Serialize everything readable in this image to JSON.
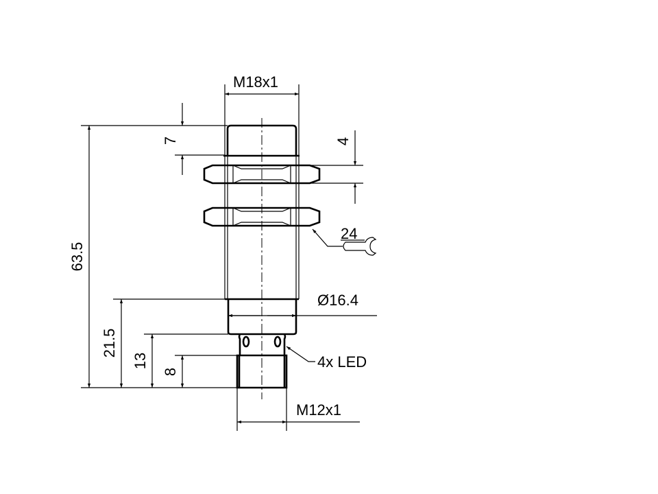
{
  "drawing": {
    "thread_top": "M18x1",
    "thread_bottom": "M12x1",
    "diameter": "Ø16.4",
    "wrench_size": "24",
    "led_note": "4x LED",
    "dim_total_length": "63.5",
    "dim_cap": "7",
    "dim_nut": "4",
    "dim_21_5": "21.5",
    "dim_13": "13",
    "dim_8": "8"
  }
}
